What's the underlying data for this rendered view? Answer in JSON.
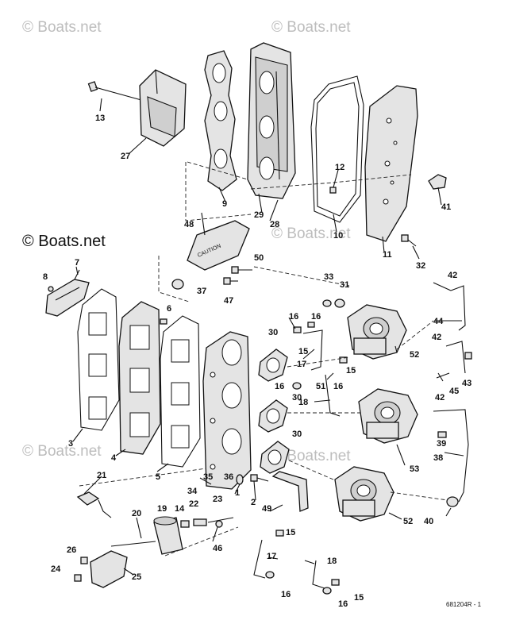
{
  "watermarks": {
    "top_left": "© Boats.net",
    "top_right": "© Boats.net",
    "mid_left": "© Boats.net",
    "mid_right": "© Boats.net",
    "low_left": "© Boats.net",
    "low_right": "© Boats.net"
  },
  "drawing_code": "681204R - 1",
  "casting_text": "CAUTION",
  "labels": {
    "p1": "1",
    "p2": "2",
    "p3": "3",
    "p4": "4",
    "p5": "5",
    "p6": "6",
    "p7": "7",
    "p8": "8",
    "p9": "9",
    "p10": "10",
    "p11": "11",
    "p12": "12",
    "p13": "13",
    "p14": "14",
    "p15a": "15",
    "p15b": "15",
    "p15c": "15",
    "p15d": "15",
    "p16a": "16",
    "p16b": "16",
    "p16c": "16",
    "p16d": "16",
    "p16e": "16",
    "p16f": "16",
    "p17a": "17",
    "p17b": "17",
    "p18a": "18",
    "p18b": "18",
    "p19": "19",
    "p20": "20",
    "p21": "21",
    "p22": "22",
    "p23": "23",
    "p24": "24",
    "p25": "25",
    "p26": "26",
    "p27": "27",
    "p28": "28",
    "p29": "29",
    "p30a": "30",
    "p30b": "30",
    "p30c": "30",
    "p31": "31",
    "p32": "32",
    "p33": "33",
    "p34": "34",
    "p35": "35",
    "p36": "36",
    "p37": "37",
    "p38": "38",
    "p39": "39",
    "p40": "40",
    "p41": "41",
    "p42a": "42",
    "p42b": "42",
    "p42c": "42",
    "p43": "43",
    "p44": "44",
    "p45": "45",
    "p46": "46",
    "p47": "47",
    "p48": "48",
    "p49": "49",
    "p50": "50",
    "p51": "51",
    "p52a": "52",
    "p52b": "52",
    "p53": "53"
  }
}
